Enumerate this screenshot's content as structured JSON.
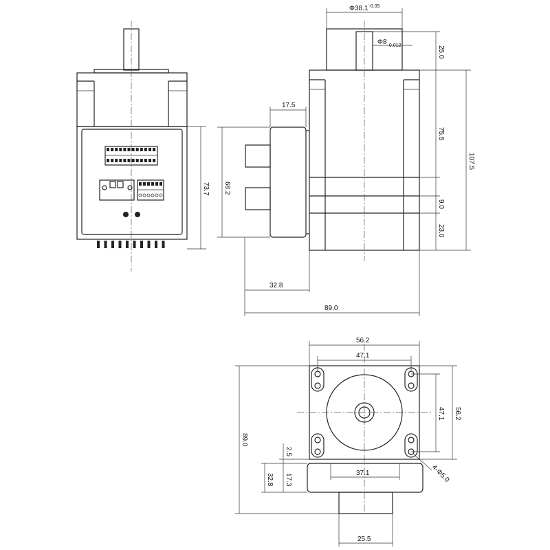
{
  "drawing": {
    "side_view": {
      "shaft_diameter": "Φ8",
      "shaft_tolerance": "-0.012",
      "pilot_diameter": "Φ38.1",
      "pilot_tolerance": "-0.05",
      "dim_shaft_length": "25.0",
      "dim_body_length": "75.5",
      "dim_total_length": "107.5",
      "dim_gap": "9.0",
      "dim_lower": "23.0",
      "dim_driver_thickness": "17.5",
      "dim_driver_height": "68.2",
      "dim_driver_offset": "32.8",
      "dim_overall_width": "89.0"
    },
    "front_view": {
      "dim_height": "73.7"
    },
    "flange_view": {
      "dim_flange_width": "56.2",
      "dim_hole_pitch_x": "47.1",
      "dim_hole_pitch_y": "47.1",
      "dim_flange_height": "56.2",
      "dim_overall_height": "89.0",
      "dim_driver_depth": "32.8",
      "dim_inner": "17.3",
      "dim_step": "2.5",
      "dim_driver_width": "37.1",
      "dim_connector_width": "25.5",
      "hole_callout": "4-Φ5.0"
    }
  }
}
